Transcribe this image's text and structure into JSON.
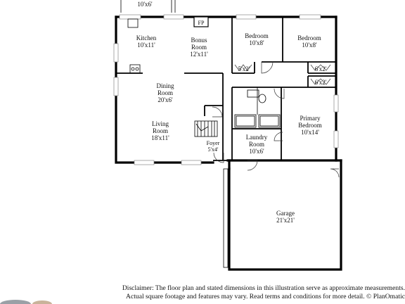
{
  "rooms": {
    "patio": {
      "dim": "10'x6'"
    },
    "kitchen": {
      "name": "Kitchen",
      "dim": "10'x11'"
    },
    "bonus": {
      "name1": "Bonus",
      "name2": "Room",
      "dim": "12'x11'"
    },
    "fireplace": {
      "label": "FP"
    },
    "bedroom1": {
      "name": "Bedroom",
      "dim": "10'x8'"
    },
    "bedroom2": {
      "name": "Bedroom",
      "dim": "10'x8'"
    },
    "closet1": {
      "dim": "5'x2'"
    },
    "closet2": {
      "dim": "6'x2'"
    },
    "closet3": {
      "dim": "6'x2'"
    },
    "dining": {
      "name1": "Dining",
      "name2": "Room",
      "dim": "20'x6'"
    },
    "living": {
      "name1": "Living",
      "name2": "Room",
      "dim": "18'x11'"
    },
    "primary": {
      "name1": "Primary",
      "name2": "Bedroom",
      "dim": "10'x14'"
    },
    "laundry": {
      "name1": "Laundry",
      "name2": "Room",
      "dim": "10'x6'"
    },
    "foyer": {
      "name": "Foyer",
      "dim": "5'x4'"
    },
    "garage": {
      "name": "Garage",
      "dim": "21'x21'"
    }
  },
  "disclaimer": {
    "line1": "Disclaimer: The floor plan and stated dimensions in this illustration serve as approximate measurements.",
    "line2": "Actual square footage and features may vary. Read terms and conditions for more detail. © PlanOmatic"
  }
}
